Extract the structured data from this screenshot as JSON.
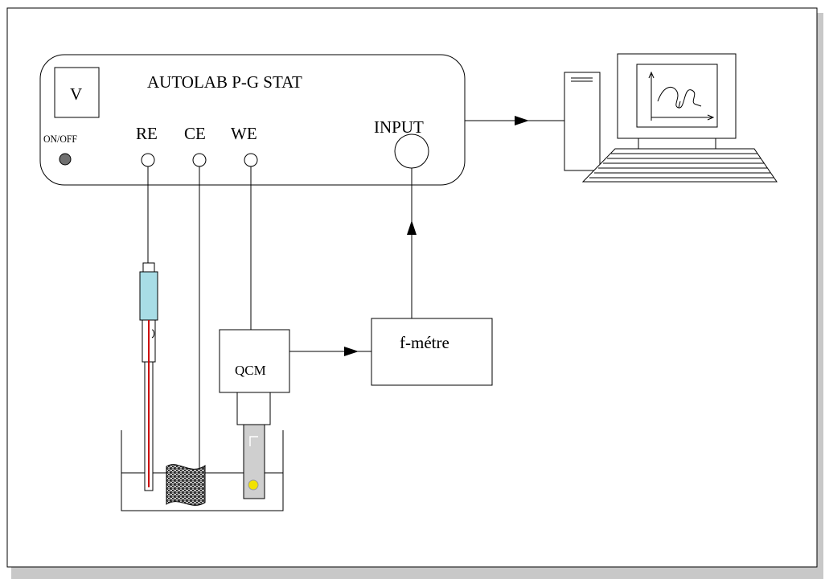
{
  "instrument": {
    "title": "AUTOLAB P-G STAT",
    "meter_symbol": "V",
    "power_label": "ON/OFF",
    "terminals": [
      "RE",
      "CE",
      "WE"
    ],
    "input_label": "INPUT"
  },
  "qcm_label": "QCM",
  "frequency_meter_label": "f-métre",
  "colors": {
    "reference_electrode_tube": "#a8dde6",
    "reference_electrode_wire": "#cc0000",
    "crystal_electrode": "#f2e200",
    "shadow": "#c8c8c8",
    "power_button": "#707070"
  },
  "icons": [
    "computer-tower-icon",
    "computer-monitor-icon",
    "keyboard-icon",
    "plot-graph-icon"
  ]
}
